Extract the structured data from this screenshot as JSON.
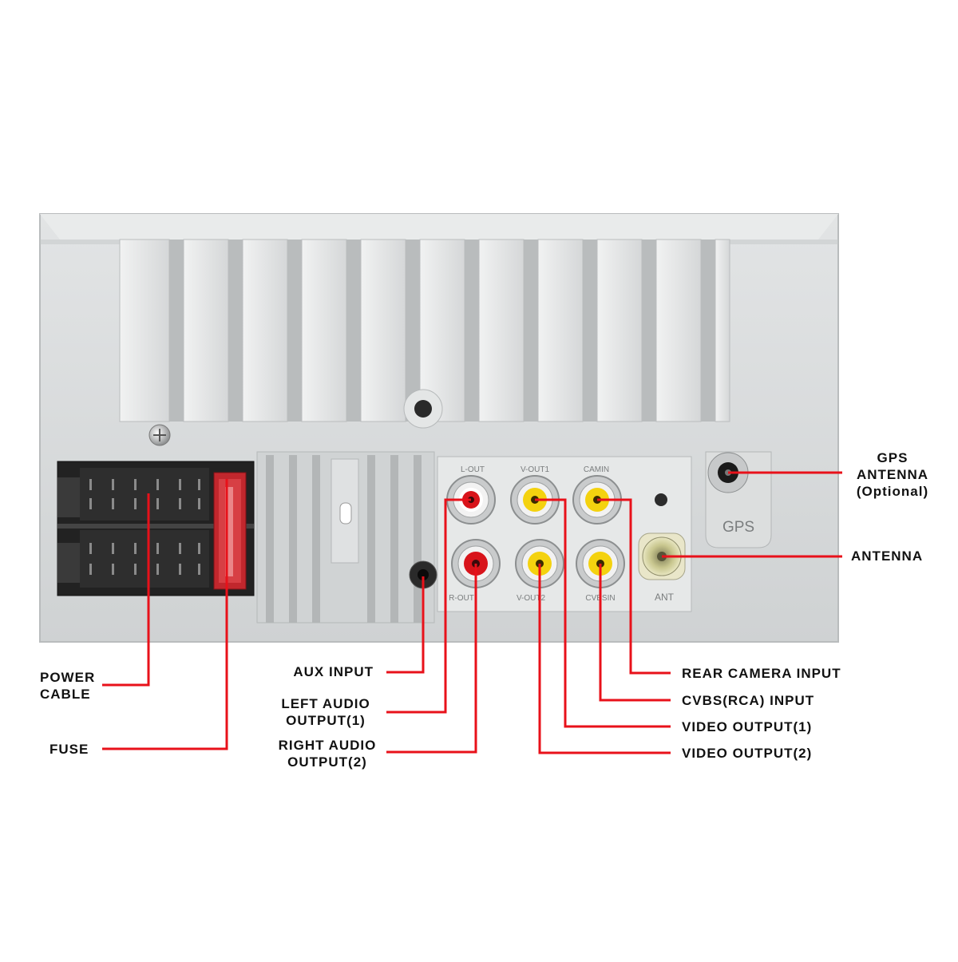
{
  "labels": {
    "gps_antenna": [
      "GPS",
      "ANTENNA",
      "(Optional)"
    ],
    "antenna": "ANTENNA",
    "power_cable": [
      "POWER",
      "CABLE"
    ],
    "fuse": "FUSE",
    "aux_input": "AUX INPUT",
    "left_audio": [
      "LEFT AUDIO",
      "OUTPUT(1)"
    ],
    "right_audio": [
      "RIGHT AUDIO",
      "OUTPUT(2)"
    ],
    "rear_camera": "REAR CAMERA INPUT",
    "cvbs_input": "CVBS(RCA) INPUT",
    "video_out1": "VIDEO OUTPUT(1)",
    "video_out2": "VIDEO OUTPUT(2)"
  },
  "panel_text": {
    "gps": "GPS",
    "ant": "ANT",
    "l_out": "L-OUT",
    "v_out1": "V-OUT1",
    "cam_in": "CAMIN",
    "r_out": "R-OUT",
    "v_out2": "V-OUT2",
    "cvbs_in": "CVBSIN"
  },
  "colors": {
    "leader": "#e8111a",
    "jack_red": "#d8141b",
    "jack_yellow": "#f4d20f",
    "housing": "#d6d8d9"
  }
}
